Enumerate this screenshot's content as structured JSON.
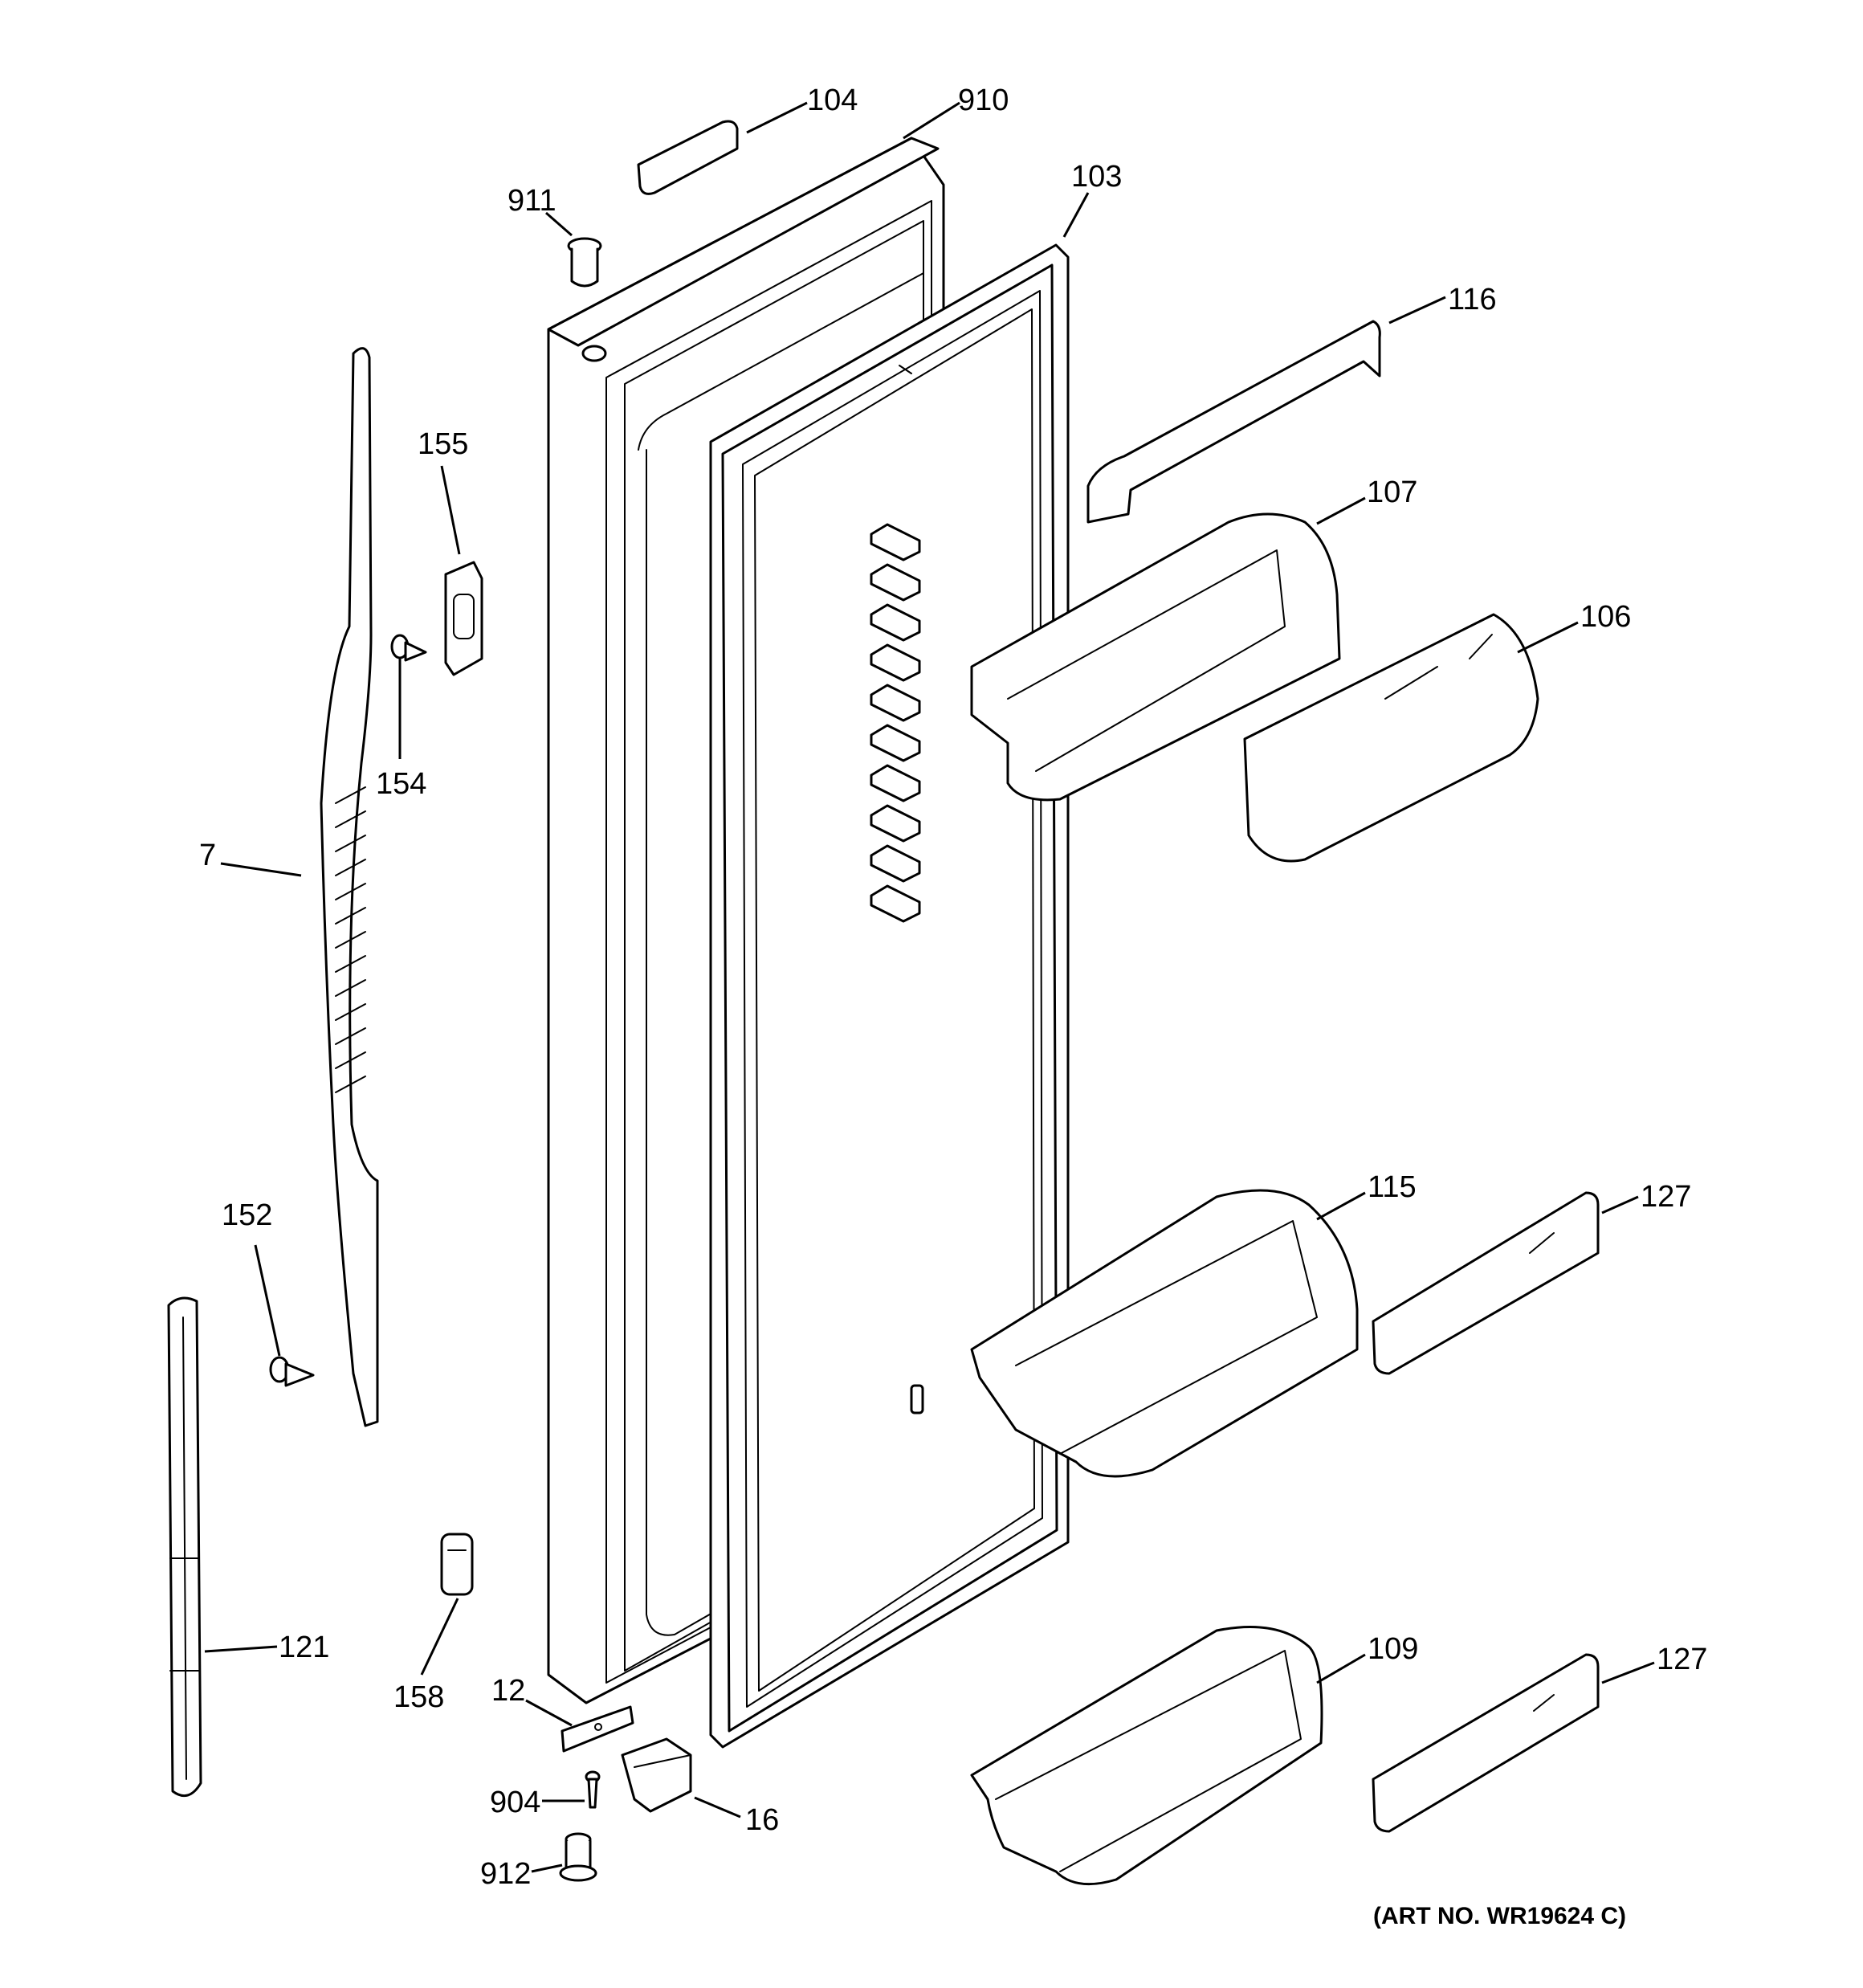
{
  "diagram": {
    "art_number": "(ART NO. WR19624 C)",
    "callouts": {
      "c104": "104",
      "c910": "910",
      "c911": "911",
      "c103": "103",
      "c116": "116",
      "c155": "155",
      "c107": "107",
      "c106": "106",
      "c154": "154",
      "c7": "7",
      "c152": "152",
      "c115": "115",
      "c127a": "127",
      "c121": "121",
      "c158": "158",
      "c12": "12",
      "c109": "109",
      "c127b": "127",
      "c904": "904",
      "c16": "16",
      "c912": "912"
    }
  }
}
